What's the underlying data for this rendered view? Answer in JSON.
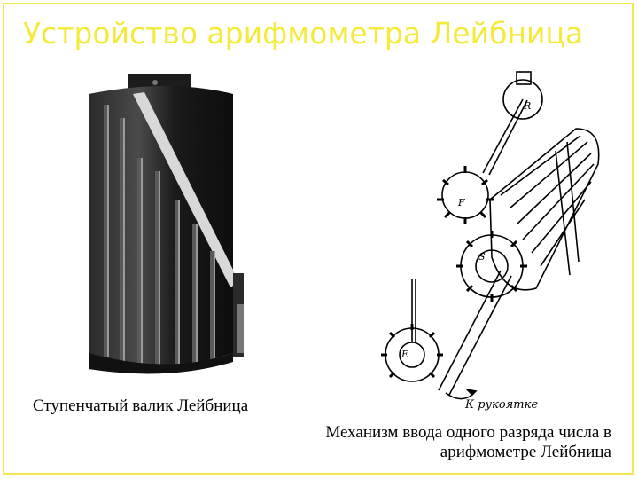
{
  "slide": {
    "title": "Устройство арифмометра Лейбница",
    "caption_left": "Ступенчатый валик Лейбница",
    "caption_right_line1": "Механизм ввода одного разряда числа в",
    "caption_right_line2": "арифмометре Лейбница",
    "diagram_labels": {
      "handle": "К рукоятке",
      "R": "R",
      "F": "F",
      "S": "S",
      "E": "E"
    }
  },
  "colors": {
    "title": "#f3ea3a",
    "frame": "#f2e84a"
  }
}
